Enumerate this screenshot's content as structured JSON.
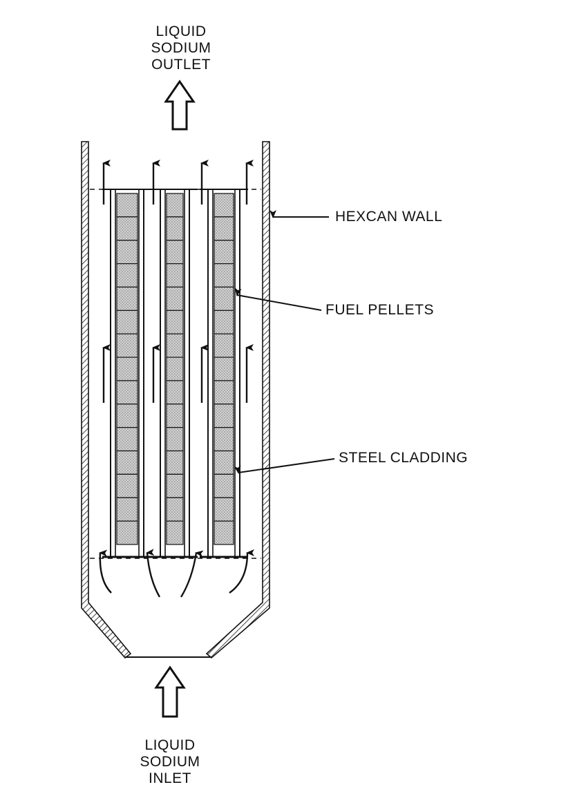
{
  "outlet_label": {
    "line1": "LIQUID",
    "line2": "SODIUM",
    "line3": "OUTLET"
  },
  "inlet_label": {
    "line1": "LIQUID",
    "line2": "SODIUM",
    "line3": "INLET"
  },
  "callouts": {
    "hexcan_wall": "HEXCAN WALL",
    "fuel_pellets": "FUEL PELLETS",
    "steel_cladding": "STEEL CLADDING"
  },
  "colors": {
    "ink": "#111111",
    "pellet_fill": "#c8c8c8",
    "background": "#ffffff"
  }
}
